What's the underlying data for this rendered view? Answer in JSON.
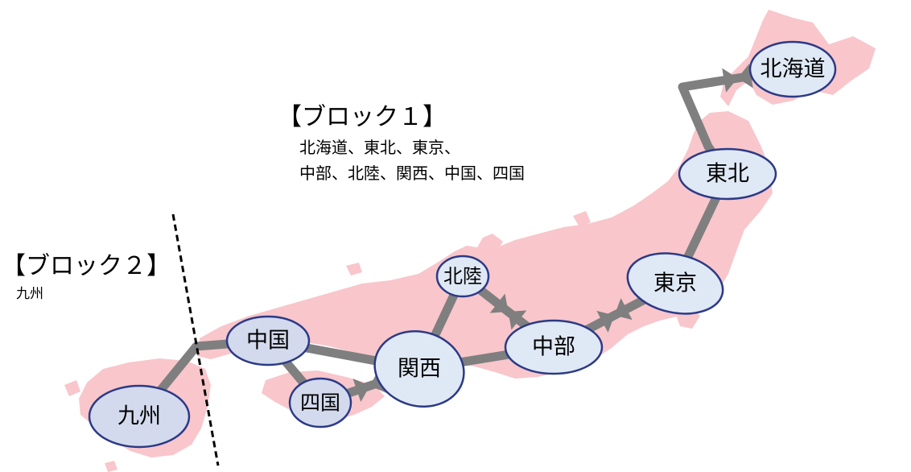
{
  "colors": {
    "land": "#f8c6cb",
    "connector": "#7f7f7f",
    "node_fill_light": "#dfe8f5",
    "node_fill_dark": "#d3daed",
    "node_stroke": "#2b3a86",
    "text": "#000000",
    "divider": "#000000"
  },
  "blocks": [
    {
      "title": "【ブロック１】",
      "lines": [
        "北海道、東北、東京、",
        "中部、北陸、関西、中国、四国"
      ]
    },
    {
      "title": "【ブロック２】",
      "lines": [
        "九州"
      ]
    }
  ],
  "regions": [
    {
      "id": "hokkaido",
      "name": "北海道"
    },
    {
      "id": "tohoku",
      "name": "東北"
    },
    {
      "id": "tokyo",
      "name": "東京"
    },
    {
      "id": "chubu",
      "name": "中部"
    },
    {
      "id": "hokuriku",
      "name": "北陸"
    },
    {
      "id": "kansai",
      "name": "関西"
    },
    {
      "id": "chugoku",
      "name": "中国"
    },
    {
      "id": "shikoku",
      "name": "四国"
    },
    {
      "id": "kyushu",
      "name": "九州"
    }
  ],
  "links": [
    {
      "from": "hokkaido",
      "to": "tohoku",
      "type": "dc"
    },
    {
      "from": "tohoku",
      "to": "tokyo",
      "type": "ac"
    },
    {
      "from": "tokyo",
      "to": "chubu",
      "type": "dc"
    },
    {
      "from": "chubu",
      "to": "hokuriku",
      "type": "dc"
    },
    {
      "from": "chubu",
      "to": "kansai",
      "type": "ac"
    },
    {
      "from": "hokuriku",
      "to": "kansai",
      "type": "ac"
    },
    {
      "from": "kansai",
      "to": "chugoku",
      "type": "ac"
    },
    {
      "from": "kansai",
      "to": "shikoku",
      "type": "dc"
    },
    {
      "from": "chugoku",
      "to": "shikoku",
      "type": "ac"
    },
    {
      "from": "chugoku",
      "to": "kyushu",
      "type": "ac"
    }
  ]
}
